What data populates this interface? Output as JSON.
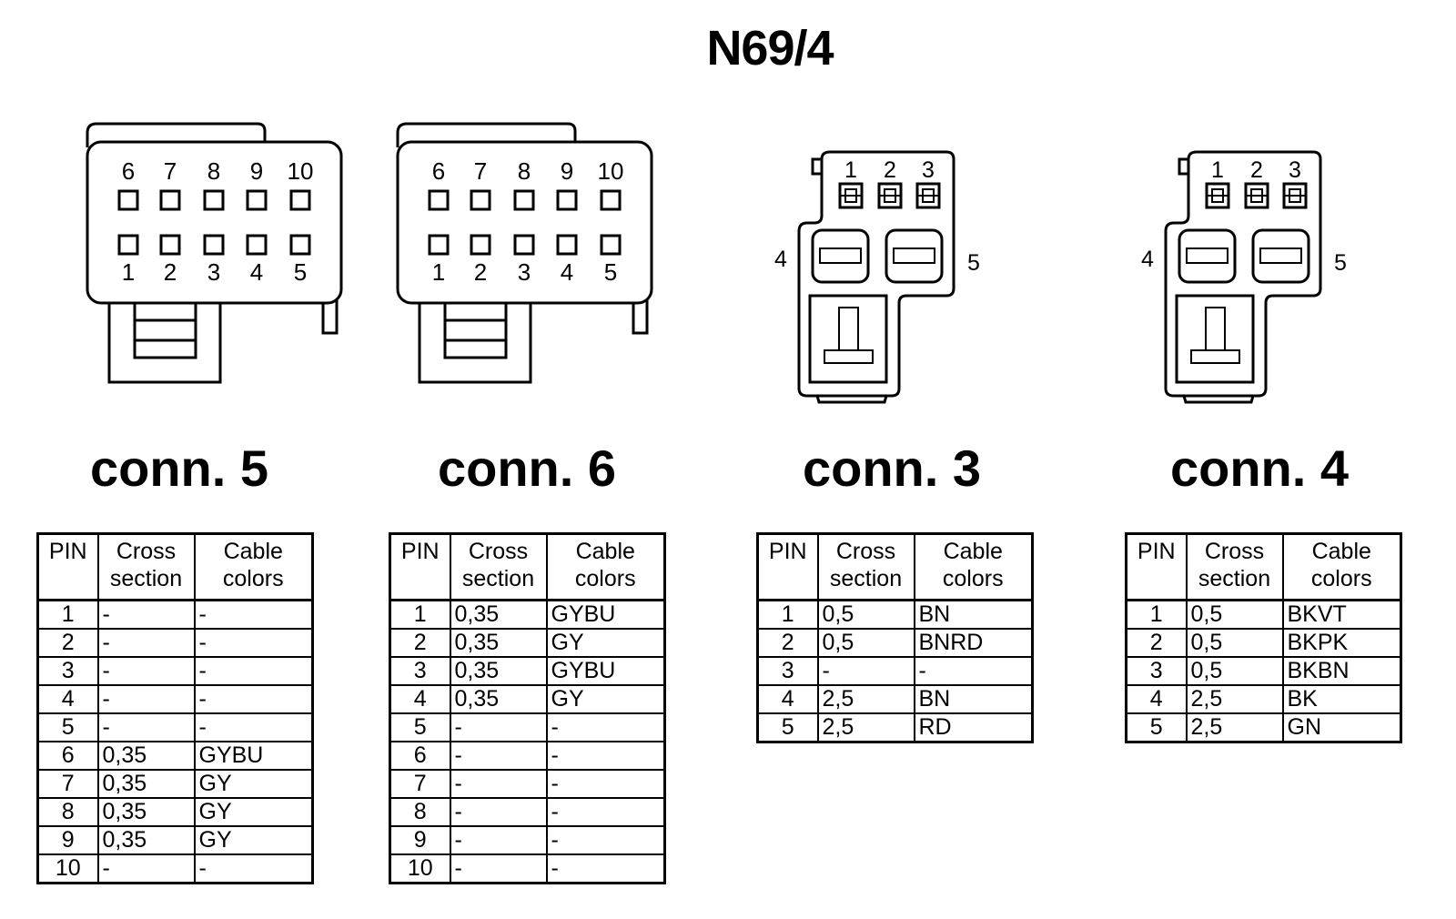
{
  "title": "N69/4",
  "headers": {
    "pin": "PIN",
    "cross": "Cross section",
    "colors": "Cable colors"
  },
  "connectors": [
    {
      "name": "conn. 5",
      "top_pins": [
        "6",
        "7",
        "8",
        "9",
        "10"
      ],
      "bottom_pins": [
        "1",
        "2",
        "3",
        "4",
        "5"
      ],
      "rows": [
        {
          "pin": "1",
          "cross": "-",
          "color": "-"
        },
        {
          "pin": "2",
          "cross": "-",
          "color": "-"
        },
        {
          "pin": "3",
          "cross": "-",
          "color": "-"
        },
        {
          "pin": "4",
          "cross": "-",
          "color": "-"
        },
        {
          "pin": "5",
          "cross": "-",
          "color": "-"
        },
        {
          "pin": "6",
          "cross": "0,35",
          "color": "GYBU"
        },
        {
          "pin": "7",
          "cross": "0,35",
          "color": "GY"
        },
        {
          "pin": "8",
          "cross": "0,35",
          "color": "GY"
        },
        {
          "pin": "9",
          "cross": "0,35",
          "color": "GY"
        },
        {
          "pin": "10",
          "cross": "-",
          "color": "-"
        }
      ]
    },
    {
      "name": "conn. 6",
      "top_pins": [
        "6",
        "7",
        "8",
        "9",
        "10"
      ],
      "bottom_pins": [
        "1",
        "2",
        "3",
        "4",
        "5"
      ],
      "rows": [
        {
          "pin": "1",
          "cross": "0,35",
          "color": "GYBU"
        },
        {
          "pin": "2",
          "cross": "0,35",
          "color": "GY"
        },
        {
          "pin": "3",
          "cross": "0,35",
          "color": "GYBU"
        },
        {
          "pin": "4",
          "cross": "0,35",
          "color": "GY"
        },
        {
          "pin": "5",
          "cross": "-",
          "color": "-"
        },
        {
          "pin": "6",
          "cross": "-",
          "color": "-"
        },
        {
          "pin": "7",
          "cross": "-",
          "color": "-"
        },
        {
          "pin": "8",
          "cross": "-",
          "color": "-"
        },
        {
          "pin": "9",
          "cross": "-",
          "color": "-"
        },
        {
          "pin": "10",
          "cross": "-",
          "color": "-"
        }
      ]
    },
    {
      "name": "conn. 3",
      "top_pins": [
        "1",
        "2",
        "3"
      ],
      "left_pin": "4",
      "right_pin": "5",
      "rows": [
        {
          "pin": "1",
          "cross": "0,5",
          "color": "BN"
        },
        {
          "pin": "2",
          "cross": "0,5",
          "color": "BNRD"
        },
        {
          "pin": "3",
          "cross": "-",
          "color": "-"
        },
        {
          "pin": "4",
          "cross": "2,5",
          "color": "BN"
        },
        {
          "pin": "5",
          "cross": "2,5",
          "color": "RD"
        }
      ]
    },
    {
      "name": "conn. 4",
      "top_pins": [
        "1",
        "2",
        "3"
      ],
      "left_pin": "4",
      "right_pin": "5",
      "rows": [
        {
          "pin": "1",
          "cross": "0,5",
          "color": "BKVT"
        },
        {
          "pin": "2",
          "cross": "0,5",
          "color": "BKPK"
        },
        {
          "pin": "3",
          "cross": "0,5",
          "color": "BKBN"
        },
        {
          "pin": "4",
          "cross": "2,5",
          "color": "BK"
        },
        {
          "pin": "5",
          "cross": "2,5",
          "color": "GN"
        }
      ]
    }
  ]
}
